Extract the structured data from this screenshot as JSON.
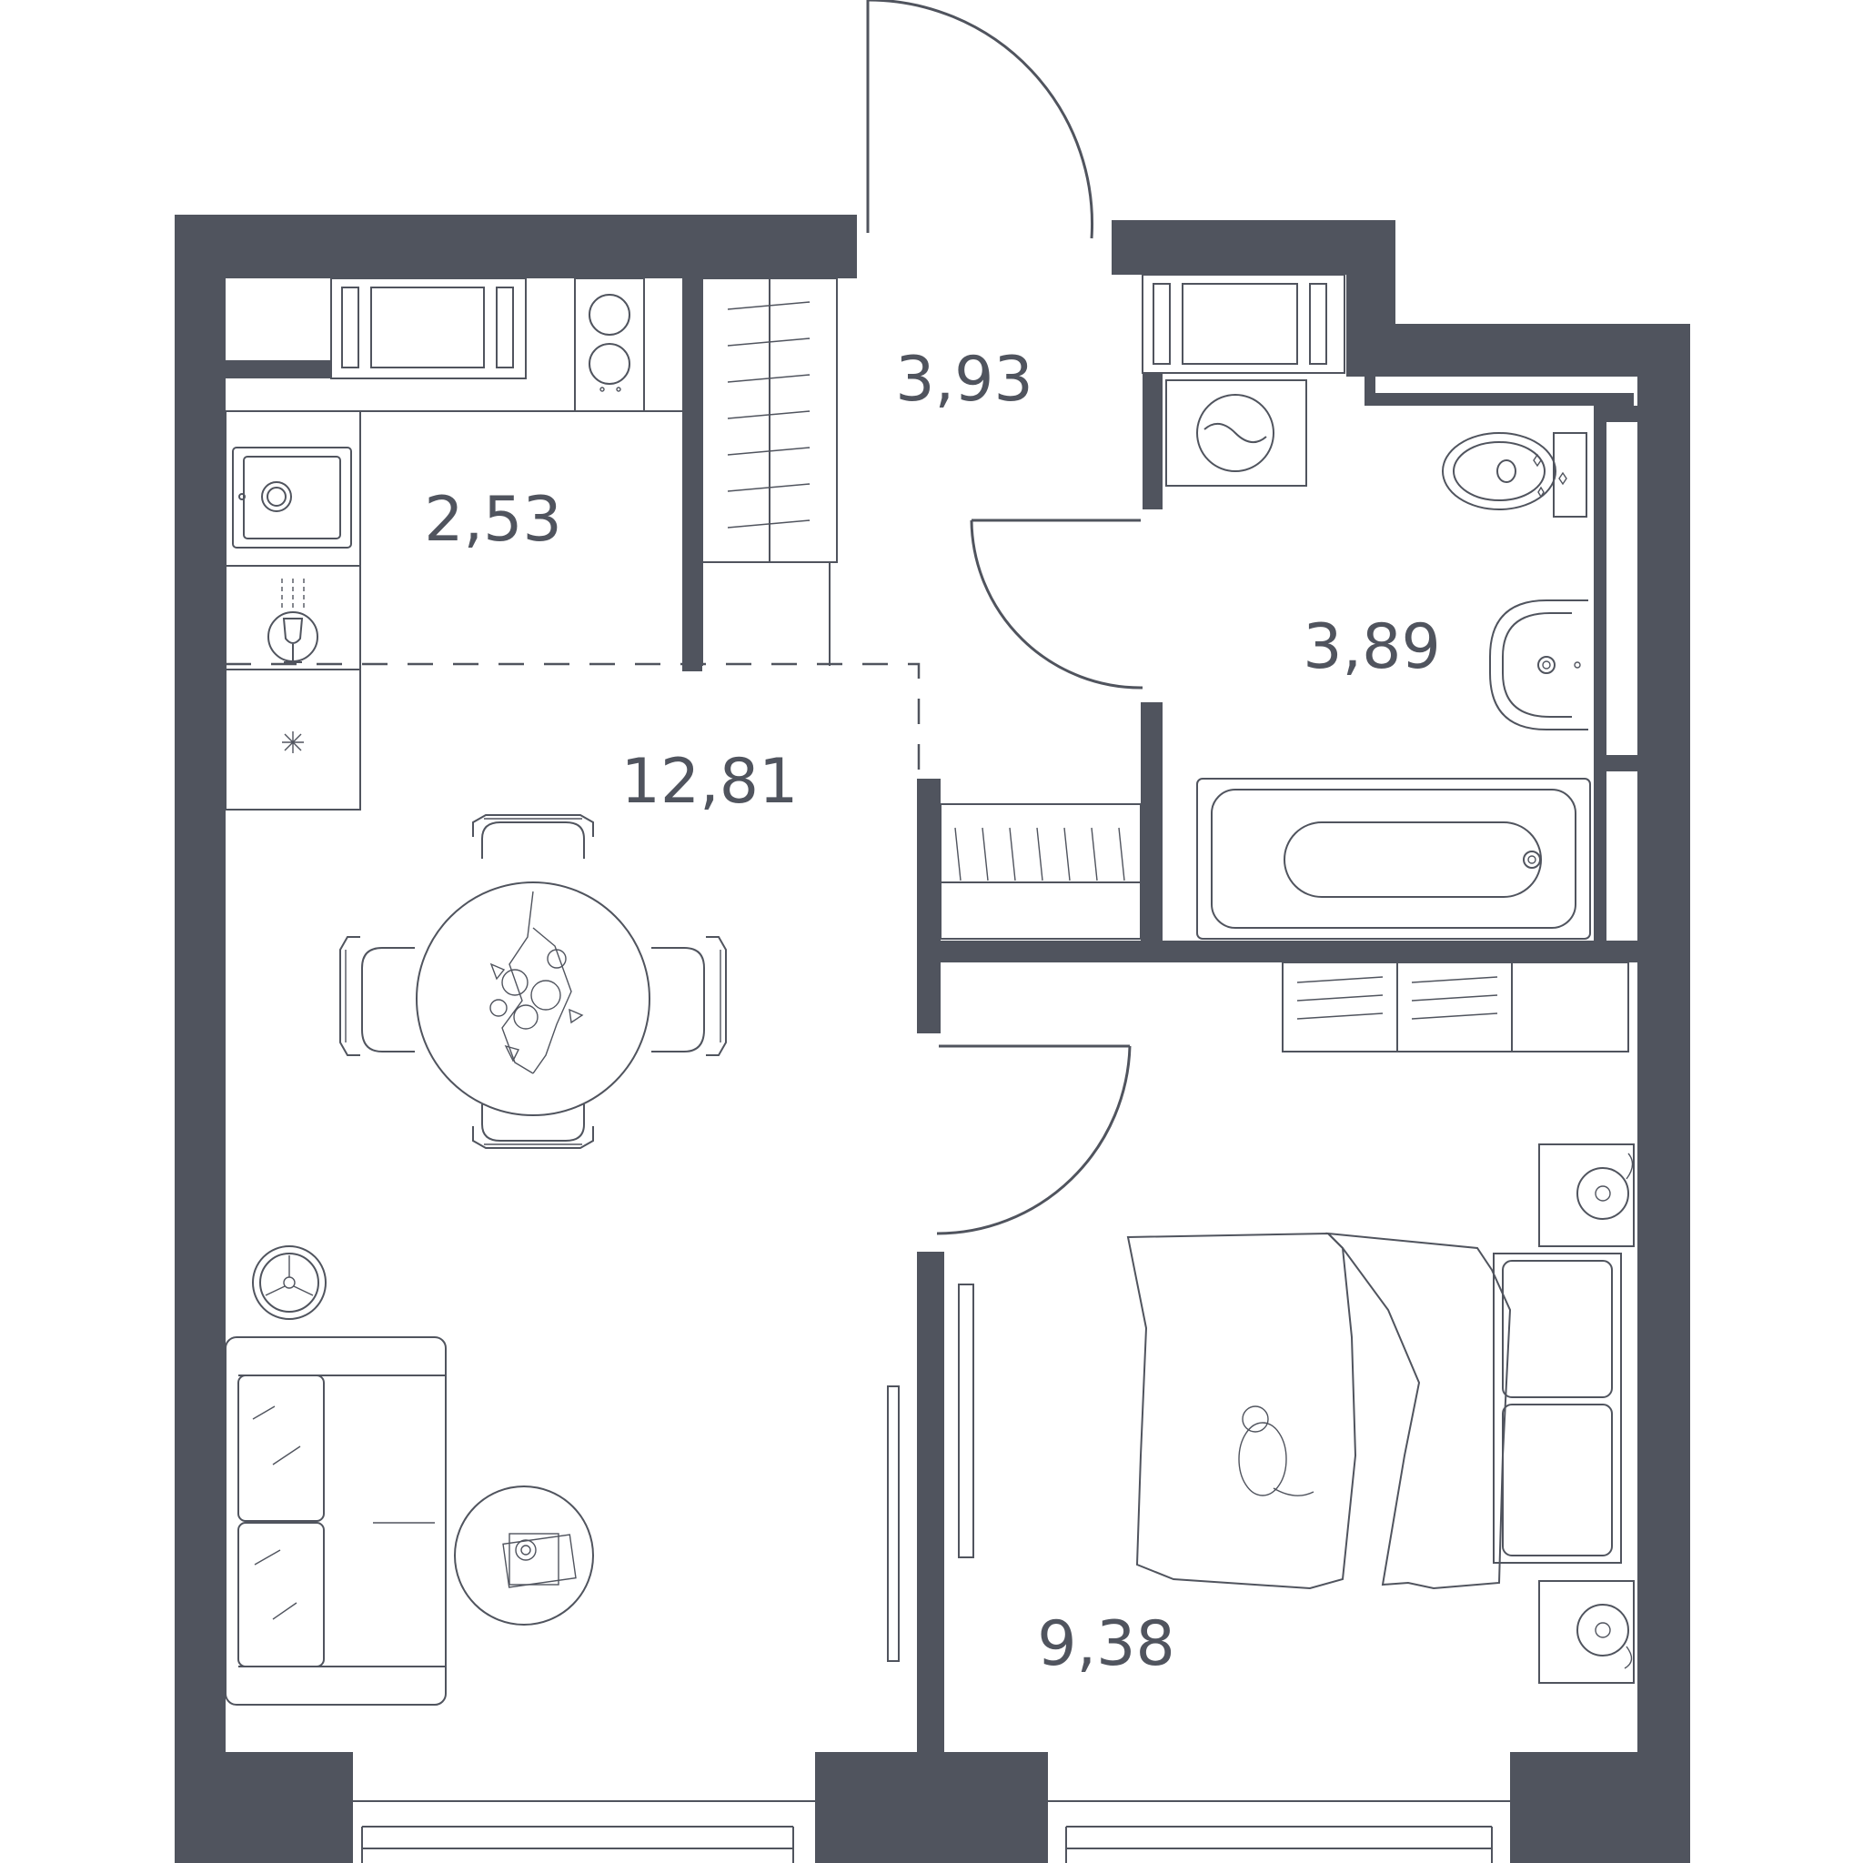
{
  "rooms": [
    {
      "id": "kitchen",
      "area": "2,53"
    },
    {
      "id": "hallway",
      "area": "3,93"
    },
    {
      "id": "bathroom",
      "area": "3,89"
    },
    {
      "id": "living-room",
      "area": "12,81"
    },
    {
      "id": "bedroom",
      "area": "9,38"
    }
  ],
  "colors": {
    "wall": "#50545e",
    "background": "#ffffff"
  }
}
